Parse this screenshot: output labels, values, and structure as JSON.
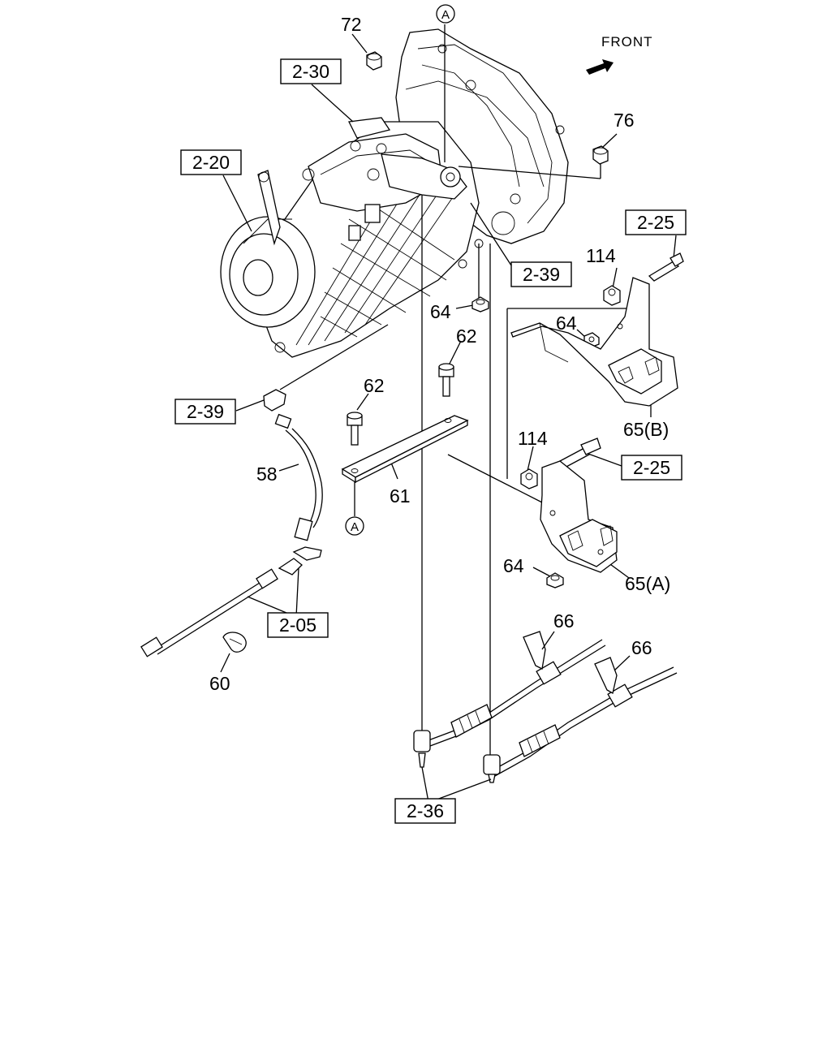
{
  "diagram": {
    "orientation_label": "FRONT",
    "ref_boxes": {
      "b2_30": "2-30",
      "b2_20": "2-20",
      "b2_39_top": "2-39",
      "b2_25_top": "2-25",
      "b2_39_left": "2-39",
      "b2_25_mid": "2-25",
      "b2_05": "2-05",
      "b2_36": "2-36"
    },
    "circle_labels": {
      "a_top": "A",
      "a_bottom": "A"
    },
    "part_numbers": {
      "p72": "72",
      "p76": "76",
      "p114_top": "114",
      "p64_a": "64",
      "p64_b": "64",
      "p62_a": "62",
      "p62_b": "62",
      "p65b": "65(B)",
      "p58": "58",
      "p61": "61",
      "p114_mid": "114",
      "p64_c": "64",
      "p65a": "65(A)",
      "p66_a": "66",
      "p66_b": "66",
      "p60": "60"
    }
  }
}
